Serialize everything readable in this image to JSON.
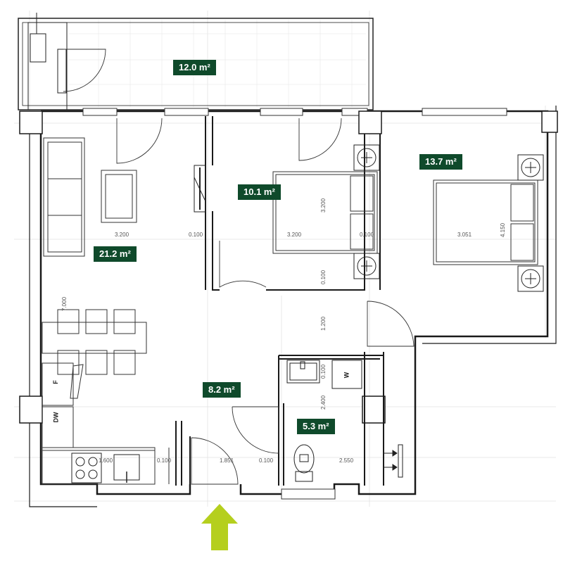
{
  "rooms": [
    {
      "id": "balcony",
      "area_label": "12.0 m²"
    },
    {
      "id": "living-room",
      "area_label": "21.2 m²"
    },
    {
      "id": "bedroom-1",
      "area_label": "10.1 m²"
    },
    {
      "id": "bedroom-2",
      "area_label": "13.7 m²"
    },
    {
      "id": "hall",
      "area_label": "8.2 m²"
    },
    {
      "id": "bathroom",
      "area_label": "5.3 m²"
    }
  ],
  "dimensions": [
    {
      "id": "living-width",
      "text": "3.200"
    },
    {
      "id": "wall-1",
      "text": "0.100"
    },
    {
      "id": "bedroom1-width",
      "text": "3.200"
    },
    {
      "id": "wall-2",
      "text": "0.100"
    },
    {
      "id": "bedroom2-width",
      "text": "3.051"
    },
    {
      "id": "bedroom1-depth",
      "text": "3.200"
    },
    {
      "id": "bedroom2-depth",
      "text": "4.150"
    },
    {
      "id": "wall-3",
      "text": "0.100"
    },
    {
      "id": "corridor",
      "text": "1.200"
    },
    {
      "id": "living-depth",
      "text": "7.000"
    },
    {
      "id": "wall-4",
      "text": "0.100"
    },
    {
      "id": "bath-depth",
      "text": "2.400"
    },
    {
      "id": "kitchen-width",
      "text": "1.600"
    },
    {
      "id": "wall-5",
      "text": "0.100"
    },
    {
      "id": "hall-width",
      "text": "1.851"
    },
    {
      "id": "wall-6",
      "text": "0.100"
    },
    {
      "id": "bath-width",
      "text": "2.550"
    }
  ],
  "appliances": {
    "fridge": "F",
    "dishwasher": "DW",
    "washer": "W"
  },
  "colors": {
    "badge": "#0f4a2b",
    "entrance_arrow": "#b5cf1e",
    "wall": "#1a1a1a",
    "grid": "#dddddd"
  },
  "icons": [
    "entrance-arrow-icon",
    "lamp-icon",
    "tv-icon",
    "sink-icon",
    "toilet-icon",
    "stove-icon"
  ]
}
